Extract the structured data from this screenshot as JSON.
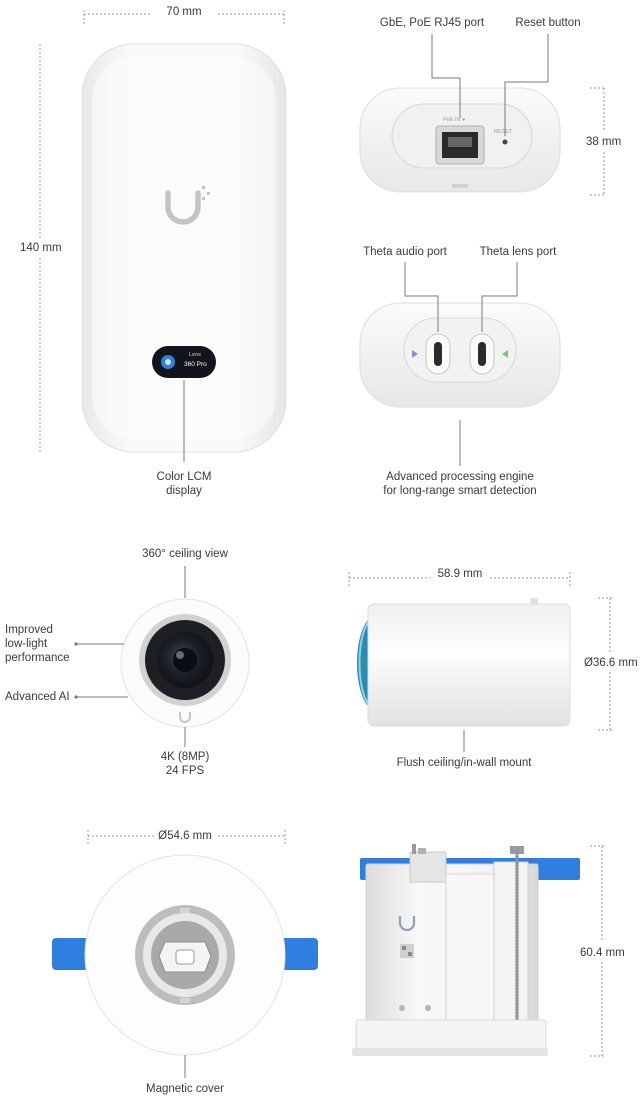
{
  "hub": {
    "width_label": "70 mm",
    "height_label": "140 mm",
    "lcm_label_line1": "Color LCM",
    "lcm_label_line2": "display",
    "screen_line1": "Lens",
    "screen_line2": "360 Pro"
  },
  "hub_back": {
    "gbe_label": "GbE, PoE RJ45 port",
    "reset_label": "Reset button",
    "height_label": "38 mm",
    "reset_text": "RESET",
    "port_text": "PoE IN ●"
  },
  "hub_front": {
    "audio_label": "Theta audio port",
    "lens_label": "Theta lens port",
    "engine_line1": "Advanced processing engine",
    "engine_line2": "for long-range smart detection"
  },
  "lens": {
    "ceiling_label": "360° ceiling view",
    "lowlight_line1": "Improved",
    "lowlight_line2": "low-light",
    "lowlight_line3": "performance",
    "ai_label": "Advanced AI",
    "res_line1": "4K (8MP)",
    "res_line2": "24 FPS"
  },
  "lens_side": {
    "width_label": "58.9 mm",
    "diameter_label": "Ø36.6 mm",
    "mount_label": "Flush ceiling/in-wall mount"
  },
  "mount_top": {
    "diameter_label": "Ø54.6 mm",
    "cover_label": "Magnetic cover"
  },
  "mount_side": {
    "height_label": "60.4 mm"
  },
  "colors": {
    "accent_blue": "#2f7fe0",
    "device_white": "#f6f6f6",
    "lens_dark": "#1c1f24"
  }
}
